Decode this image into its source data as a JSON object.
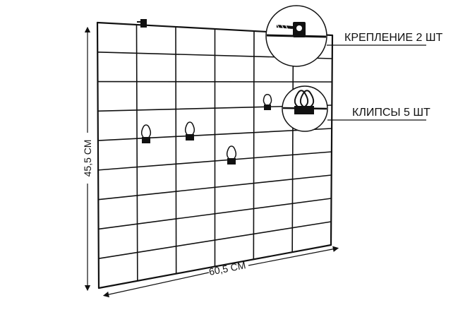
{
  "callouts": {
    "mount": "КРЕПЛЕНИЕ 2 ШТ",
    "clips": "КЛИПСЫ 5 ШТ"
  },
  "dimensions": {
    "height": "45,5 СМ",
    "width": "60,5 СМ"
  },
  "colors": {
    "line": "#111111",
    "background": "#ffffff"
  },
  "grid": {
    "columns": 6,
    "rows": 9
  }
}
